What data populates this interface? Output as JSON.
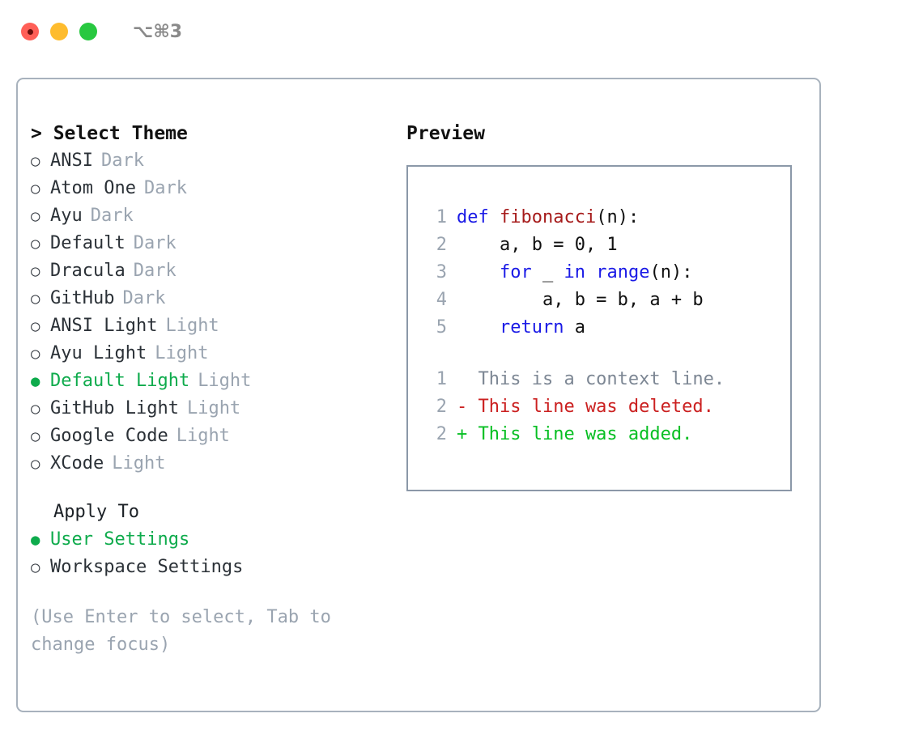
{
  "titlebar": {
    "shortcut": "⌥⌘3",
    "lights": [
      "close-light",
      "minimize-light",
      "zoom-light"
    ]
  },
  "theme_panel": {
    "heading": "> Select Theme",
    "bullet_selected": "●",
    "bullet_unselected": "○",
    "items": [
      {
        "name": "ANSI",
        "tag": "Dark",
        "selected": false
      },
      {
        "name": "Atom One",
        "tag": "Dark",
        "selected": false
      },
      {
        "name": "Ayu",
        "tag": "Dark",
        "selected": false
      },
      {
        "name": "Default",
        "tag": "Dark",
        "selected": false
      },
      {
        "name": "Dracula",
        "tag": "Dark",
        "selected": false
      },
      {
        "name": "GitHub",
        "tag": "Dark",
        "selected": false
      },
      {
        "name": "ANSI Light",
        "tag": "Light",
        "selected": false
      },
      {
        "name": "Ayu Light",
        "tag": "Light",
        "selected": false
      },
      {
        "name": "Default Light",
        "tag": "Light",
        "selected": true
      },
      {
        "name": "GitHub Light",
        "tag": "Light",
        "selected": false
      },
      {
        "name": "Google Code",
        "tag": "Light",
        "selected": false
      },
      {
        "name": "XCode",
        "tag": "Light",
        "selected": false
      }
    ]
  },
  "apply_to": {
    "heading": "Apply To",
    "options": [
      {
        "label": "User Settings",
        "selected": true
      },
      {
        "label": "Workspace Settings",
        "selected": false
      }
    ]
  },
  "hint": "(Use Enter to select, Tab to change focus)",
  "preview": {
    "heading": "Preview",
    "code_lines": [
      {
        "num": "1",
        "parts": [
          {
            "t": "def ",
            "c": "kw"
          },
          {
            "t": "fibonacci",
            "c": "fn"
          },
          {
            "t": "(n):",
            "c": "code-text"
          }
        ]
      },
      {
        "num": "2",
        "parts": [
          {
            "t": "    a, b = 0, 1",
            "c": "code-text"
          }
        ]
      },
      {
        "num": "3",
        "parts": [
          {
            "t": "    ",
            "c": "code-text"
          },
          {
            "t": "for",
            "c": "kw"
          },
          {
            "t": " _ ",
            "c": "code-text"
          },
          {
            "t": "in",
            "c": "kw"
          },
          {
            "t": " ",
            "c": "code-text"
          },
          {
            "t": "range",
            "c": "bi"
          },
          {
            "t": "(n):",
            "c": "code-text"
          }
        ]
      },
      {
        "num": "4",
        "parts": [
          {
            "t": "        a, b = b, a + b",
            "c": "code-text"
          }
        ]
      },
      {
        "num": "5",
        "parts": [
          {
            "t": "    ",
            "c": "code-text"
          },
          {
            "t": "return",
            "c": "kw"
          },
          {
            "t": " a",
            "c": "code-text"
          }
        ]
      }
    ],
    "diff_lines": [
      {
        "num": "1",
        "text": "  This is a context line.",
        "kind": "diff-ctx"
      },
      {
        "num": "2",
        "text": "- This line was deleted.",
        "kind": "diff-del"
      },
      {
        "num": "2",
        "text": "+ This line was added.",
        "kind": "diff-add"
      }
    ]
  },
  "colors": {
    "accent_green": "#0eab4c",
    "muted_gray": "#9aa4b0",
    "panel_border": "#a8b2bd",
    "preview_border": "#8b98a8",
    "keyword_blue": "#1a1ae6",
    "function_red": "#a61b1b",
    "diff_delete": "#cb2020",
    "diff_add": "#07bf23",
    "light_red": "#ff5f57",
    "light_yellow": "#febc2e",
    "light_green": "#28c840"
  }
}
